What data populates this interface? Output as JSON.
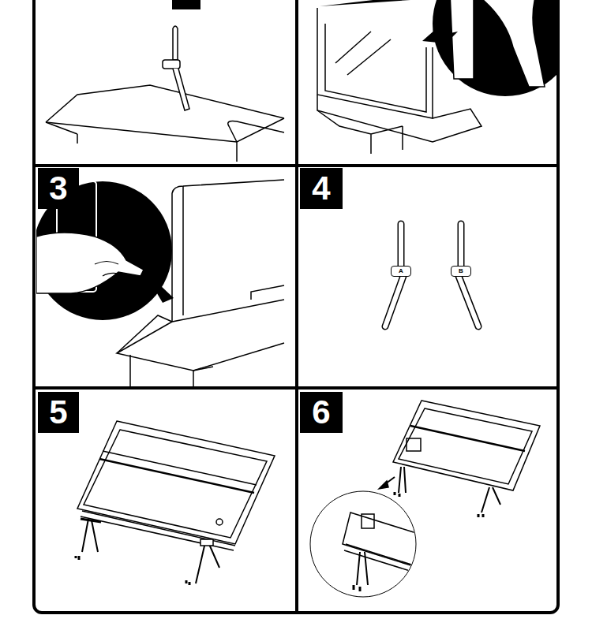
{
  "diagram": {
    "nodes": [
      {
        "text": [
          "3"
        ]
      },
      {
        "text": [
          "4"
        ]
      },
      {
        "text": [
          "A"
        ]
      },
      {
        "text": [
          "B"
        ]
      },
      {
        "text": [
          "5"
        ]
      },
      {
        "text": [
          "6"
        ]
      }
    ]
  }
}
